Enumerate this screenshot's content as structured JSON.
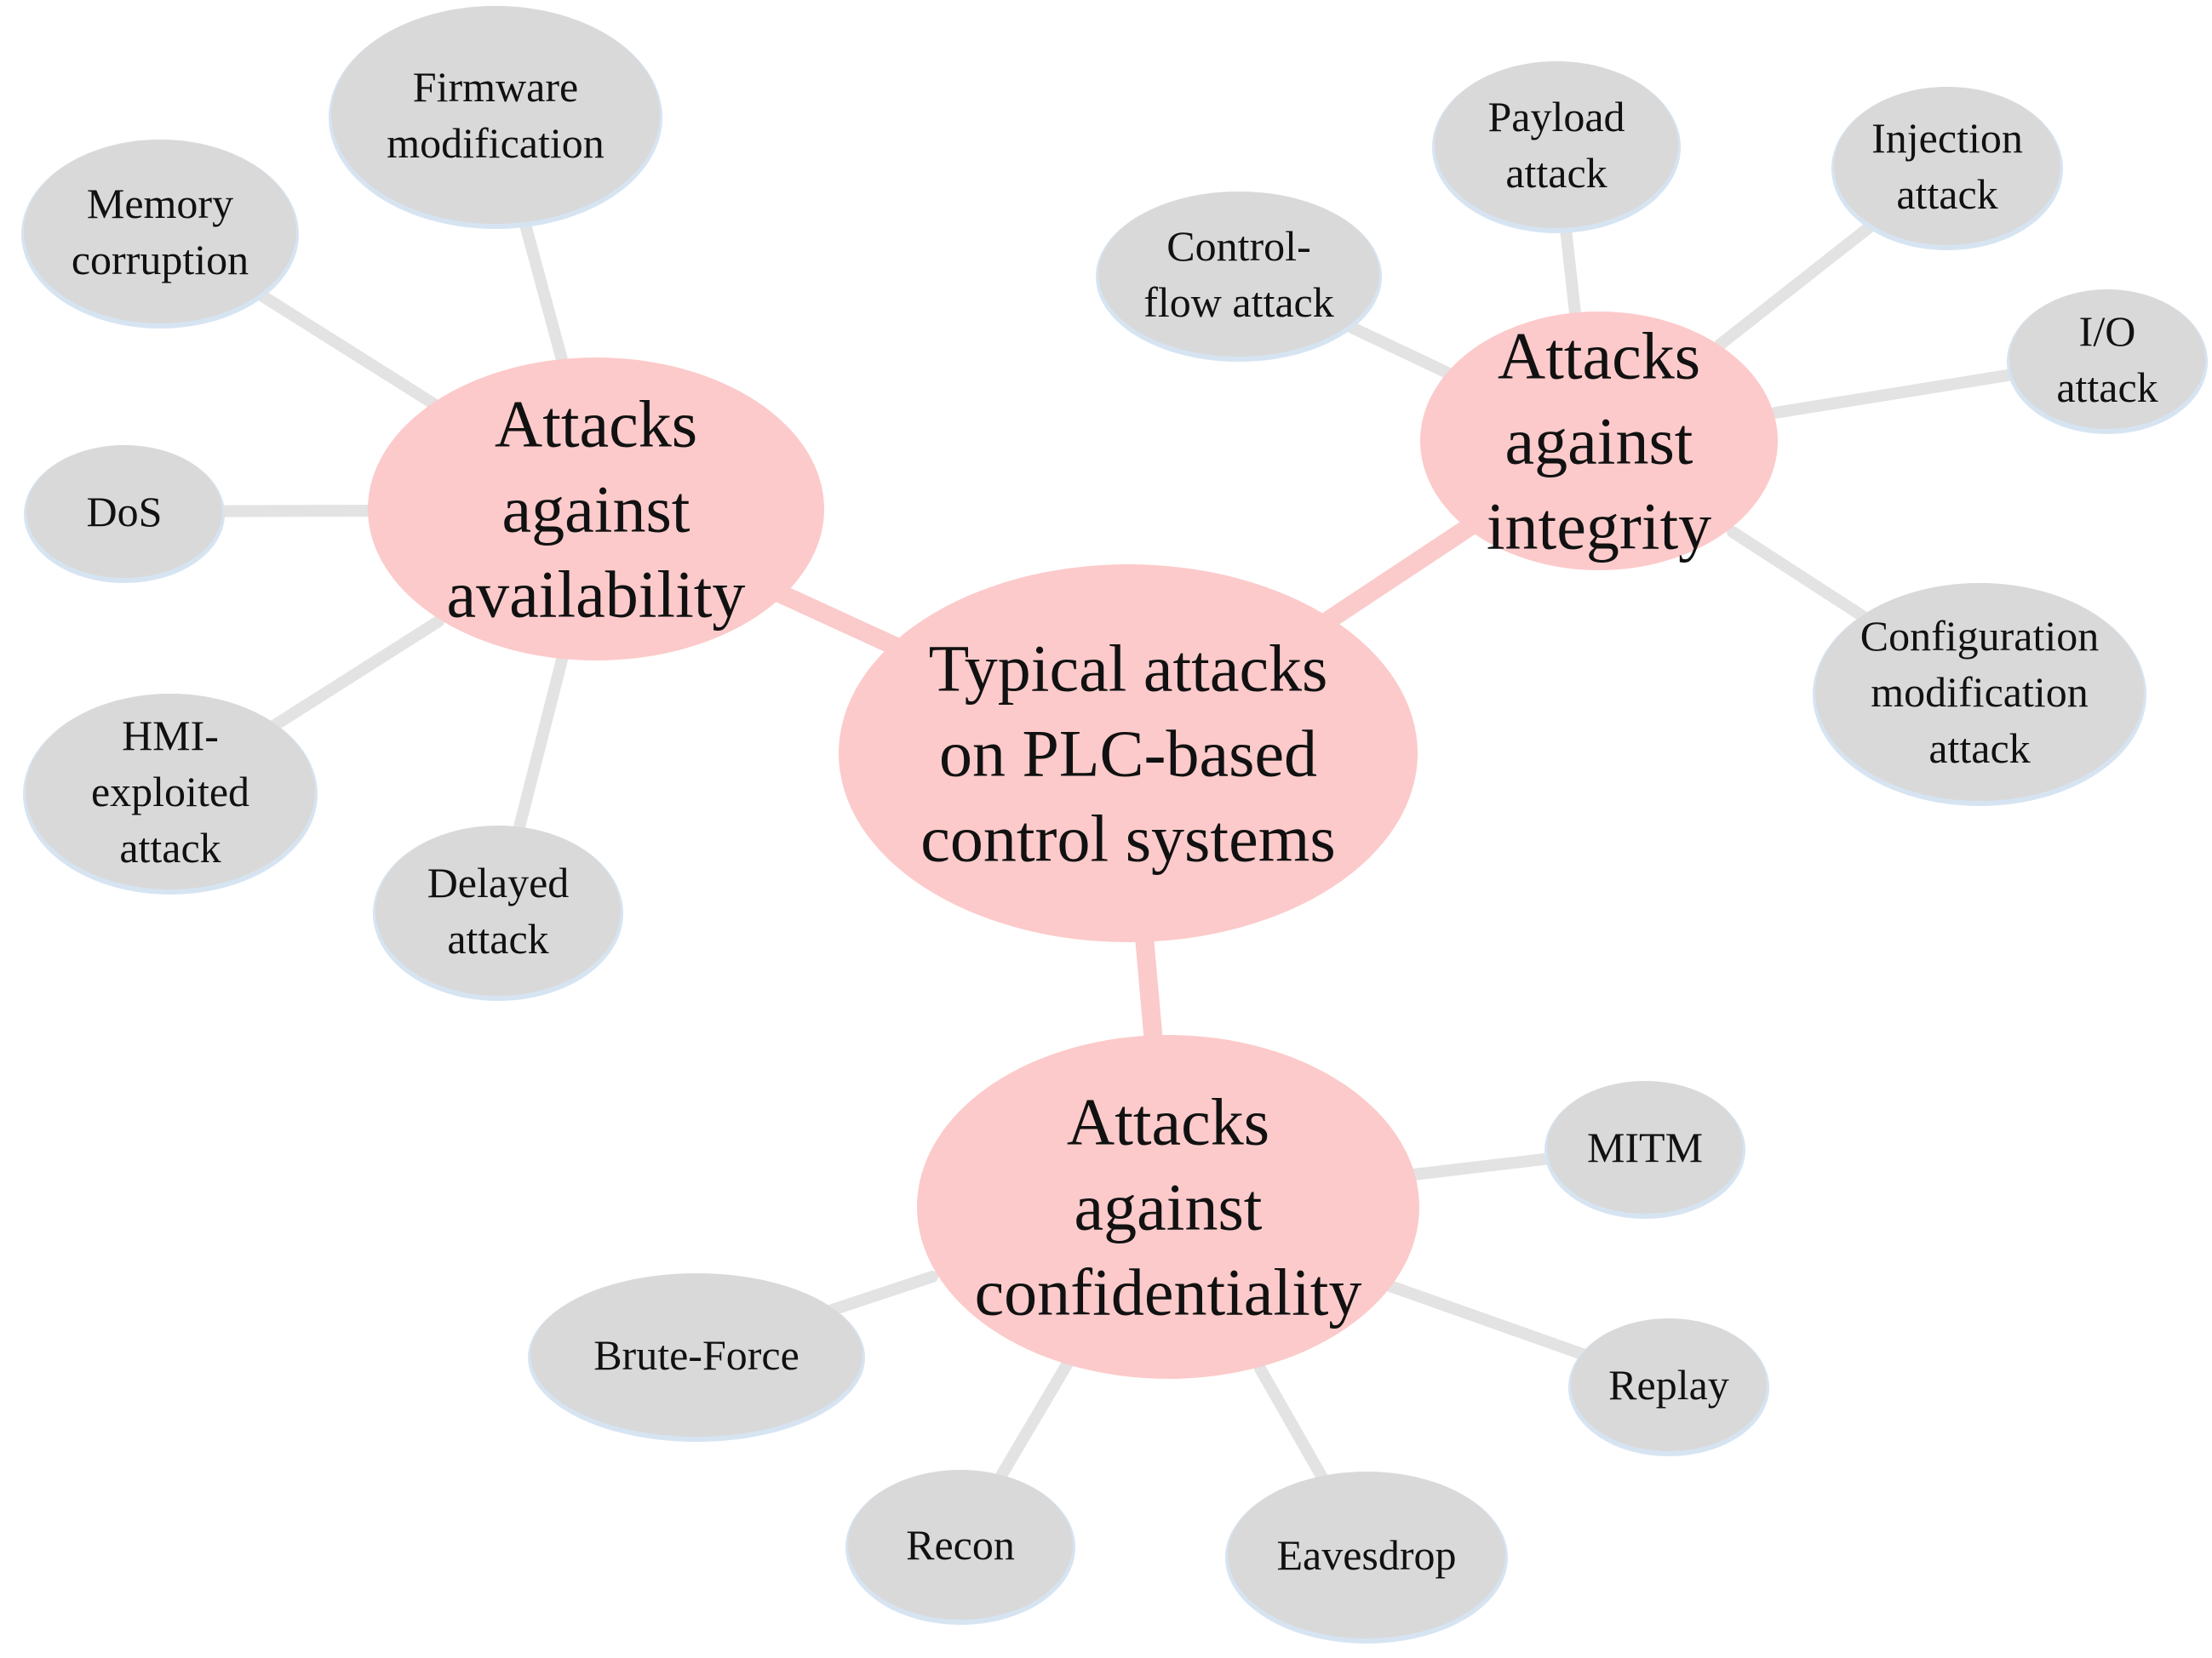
{
  "center": {
    "lines": [
      "Typical attacks",
      "on PLC-based",
      "control systems"
    ]
  },
  "categories": [
    {
      "id": "availability",
      "lines": [
        "Attacks",
        "against",
        "availability"
      ],
      "leaves": [
        {
          "lines": [
            "Firmware",
            "modification"
          ]
        },
        {
          "lines": [
            "Memory",
            "corruption"
          ]
        },
        {
          "lines": [
            "DoS"
          ]
        },
        {
          "lines": [
            "HMI-",
            "exploited",
            "attack"
          ]
        },
        {
          "lines": [
            "Delayed",
            "attack"
          ]
        }
      ]
    },
    {
      "id": "integrity",
      "lines": [
        "Attacks",
        "against",
        "integrity"
      ],
      "leaves": [
        {
          "lines": [
            "Payload",
            "attack"
          ]
        },
        {
          "lines": [
            "Injection",
            "attack"
          ]
        },
        {
          "lines": [
            "Control-",
            "flow attack"
          ]
        },
        {
          "lines": [
            "I/O",
            "attack"
          ]
        },
        {
          "lines": [
            "Configuration",
            "modification",
            "attack"
          ]
        }
      ]
    },
    {
      "id": "confidentiality",
      "lines": [
        "Attacks",
        "against",
        "confidentiality"
      ],
      "leaves": [
        {
          "lines": [
            "MITM"
          ]
        },
        {
          "lines": [
            "Brute-Force"
          ]
        },
        {
          "lines": [
            "Replay"
          ]
        },
        {
          "lines": [
            "Recon"
          ]
        },
        {
          "lines": [
            "Eavesdrop"
          ]
        }
      ]
    }
  ],
  "colors": {
    "main_fill": "#fccaca",
    "main_link": "#fbcaca",
    "leaf_fill": "#d9d9d9",
    "leaf_link": "#e3e3e3",
    "leaf_outline": "#d6e4f2",
    "text": "#111111"
  }
}
